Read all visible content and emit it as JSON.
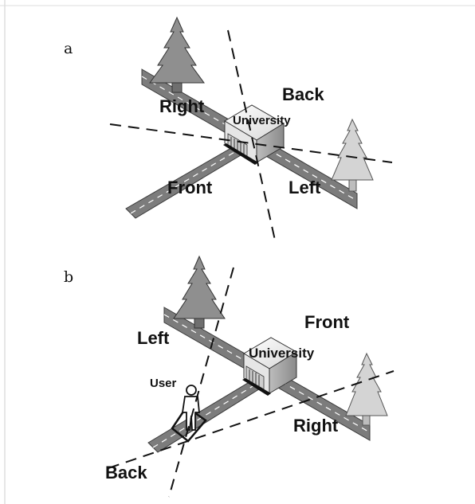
{
  "panel_a": {
    "letter": "a",
    "labels": {
      "right": "Right",
      "back": "Back",
      "front": "Front",
      "left": "Left",
      "building": "University"
    }
  },
  "panel_b": {
    "letter": "b",
    "labels": {
      "left": "Left",
      "front": "Front",
      "right": "Right",
      "back": "Back",
      "building": "University",
      "user": "User"
    }
  },
  "colors": {
    "road": "#7c7c7c",
    "dark_tree": "#8f8f8f",
    "light_tree": "#d4d4d4",
    "building_wall": "#e6e6e6",
    "building_roof": "#f7f7f7"
  }
}
